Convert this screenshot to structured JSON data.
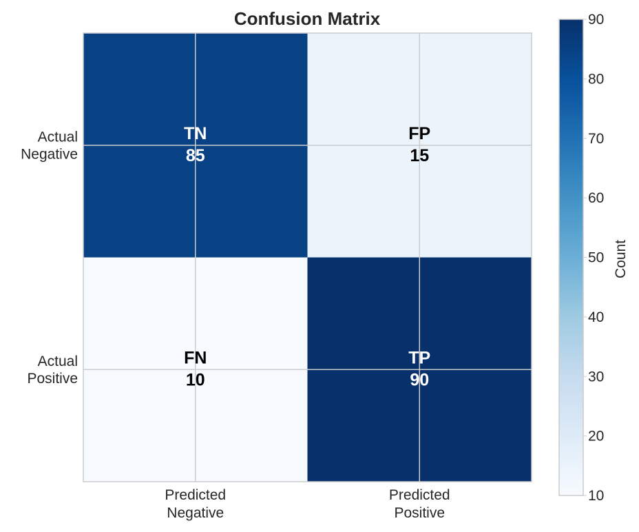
{
  "chart_data": {
    "type": "heatmap",
    "title": "Confusion Matrix",
    "row_labels": [
      [
        "Actual",
        "Negative"
      ],
      [
        "Actual",
        "Positive"
      ]
    ],
    "col_labels": [
      [
        "Predicted",
        "Negative"
      ],
      [
        "Predicted",
        "Positive"
      ]
    ],
    "cells": [
      [
        {
          "tag": "TN",
          "value": 85
        },
        {
          "tag": "FP",
          "value": 15
        }
      ],
      [
        {
          "tag": "FN",
          "value": 10
        },
        {
          "tag": "TP",
          "value": 90
        }
      ]
    ],
    "colorbar": {
      "label": "Count",
      "min": 10,
      "max": 90,
      "ticks": [
        10,
        20,
        30,
        40,
        50,
        60,
        70,
        80,
        90
      ],
      "colormap": "Blues"
    },
    "grid": true
  }
}
